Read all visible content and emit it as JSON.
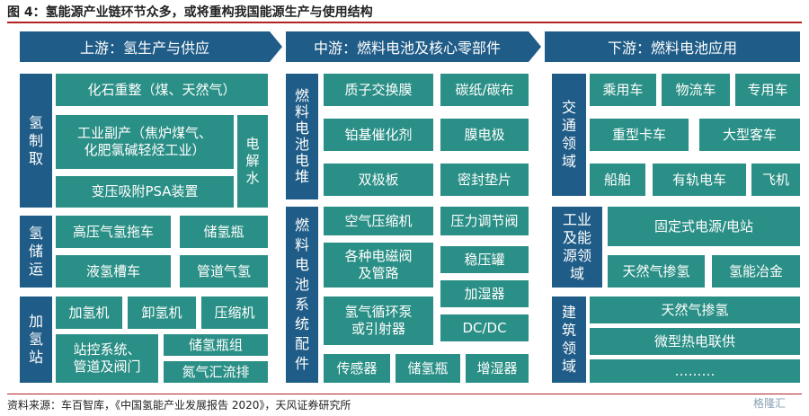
{
  "title": "图 4：氢能源产业链环节众多，或将重构我国能源生产与使用结构",
  "source": "资料来源：车百智库，《中国氢能产业发展报告 2020》，天风证券研究所",
  "watermark": "格隆汇",
  "colors": {
    "header": "#1f5c87",
    "box": "#2a8f86",
    "accent_line": "#b22222"
  },
  "headers": {
    "upstream": "上游：氢生产与供应",
    "midstream": "中游：燃料电池及核心零部件",
    "downstream": "下游：燃料电池应用"
  },
  "upstream": {
    "production": {
      "label": "氢\n制\n取",
      "items": [
        "化石重整（煤、天然气）",
        "工业副产（焦炉煤气、\n化肥氯碱轻烃工业）",
        "电\n解\n水",
        "变压吸附PSA装置"
      ]
    },
    "storage": {
      "label": "氢\n储\n运",
      "items": [
        "高压气氢拖车",
        "储氢瓶",
        "液氢槽车",
        "管道气氢"
      ]
    },
    "station": {
      "label": "加\n氢\n站",
      "items": [
        "加氢机",
        "卸氢机",
        "压缩机",
        "站控系统、\n管道及阀门",
        "储氢瓶组",
        "氮气汇流排"
      ]
    }
  },
  "midstream": {
    "stack": {
      "label": "燃\n料\n电\n池\n电\n堆",
      "items": [
        "质子交换膜",
        "碳纸/碳布",
        "铂基催化剂",
        "膜电极",
        "双极板",
        "密封垫片"
      ]
    },
    "system": {
      "label": "燃\n料\n电\n池\n系\n统\n配\n件",
      "items": [
        "空气压缩机",
        "压力调节阀",
        "各种电磁阀\n及管路",
        "稳压罐",
        "加湿器",
        "氢气循环泵\n或引射器",
        "DC/DC",
        "传感器",
        "储氢瓶",
        "增湿器"
      ]
    }
  },
  "downstream": {
    "transport": {
      "label": "交\n通\n领\n域",
      "items": [
        "乘用车",
        "物流车",
        "专用车",
        "重型卡车",
        "大型客车",
        "船舶",
        "有轨电车",
        "飞机"
      ]
    },
    "industry": {
      "label": "工业\n及能\n源领\n域",
      "items": [
        "固定式电源/电站",
        "天然气掺氢",
        "氢能冶金"
      ]
    },
    "building": {
      "label": "建\n筑\n领\n域",
      "items": [
        "天然气掺氢",
        "微型热电联供",
        "………"
      ]
    }
  }
}
